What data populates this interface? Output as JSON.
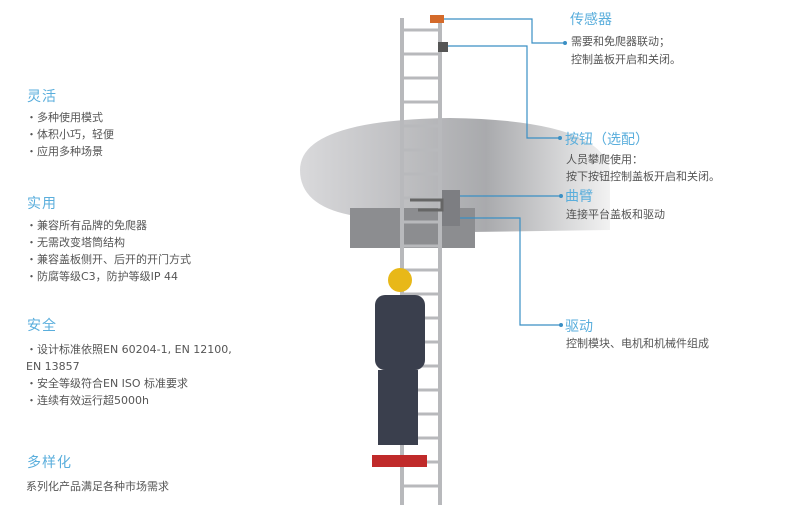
{
  "left": {
    "sections": [
      {
        "title": "灵活",
        "items": [
          "・多种使用模式",
          "・体积小巧，轻便",
          "・应用多种场景"
        ]
      },
      {
        "title": "实用",
        "items": [
          "・兼容所有品牌的免爬器",
          "・无需改变塔筒结构",
          "・兼容盖板侧开、后开的开门方式",
          "・防腐等级C3，防护等级IP 44"
        ]
      },
      {
        "title": "安全",
        "items": [
          "・设计标准依照EN 60204-1, EN 12100,",
          "EN 13857",
          "・安全等级符合EN ISO 标准要求",
          "・连续有效运行超5000h"
        ]
      },
      {
        "title": "多样化",
        "items": [
          "系列化产品满足各种市场需求"
        ]
      }
    ]
  },
  "callouts": [
    {
      "title": "传感器",
      "lines": [
        "需要和免爬器联动；",
        "控制盖板开启和关闭。"
      ]
    },
    {
      "title": "按钮（选配）",
      "lines": [
        "人员攀爬使用：",
        "按下按钮控制盖板开启和关闭。"
      ]
    },
    {
      "title": "曲臂",
      "lines": [
        "连接平台盖板和驱动"
      ]
    },
    {
      "title": "驱动",
      "lines": [
        "控制模块、电机和机械件组成"
      ]
    }
  ],
  "colors": {
    "accent": "#5aaedc",
    "line": "#3a8fc4"
  }
}
